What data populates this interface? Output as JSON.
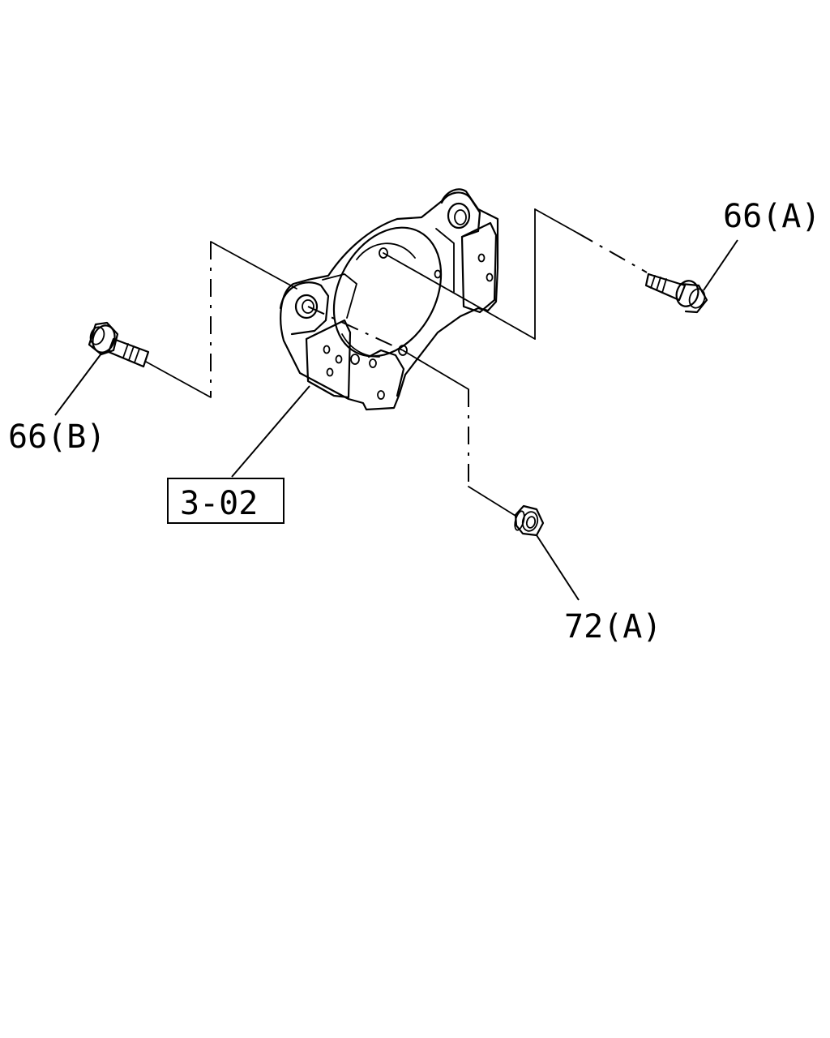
{
  "diagram": {
    "labels": {
      "bolt_a": "66(A)",
      "bolt_b": "66(B)",
      "nut_a": "72(A)",
      "reference_box": "3-02"
    }
  }
}
